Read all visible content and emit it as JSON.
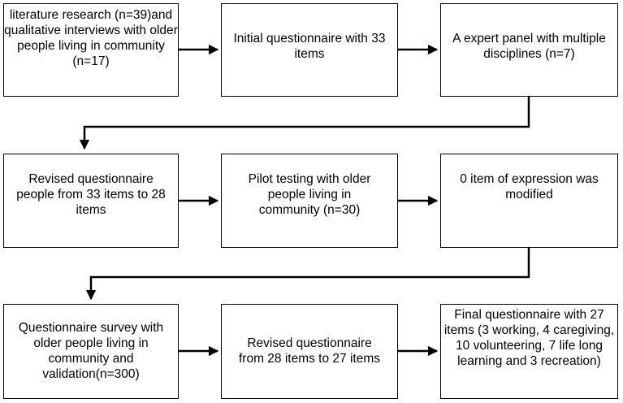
{
  "diagram": {
    "row1": {
      "box1": "literature research (n=39)and qualitative interviews with older people living in community (n=17)",
      "box2": "Initial questionnaire with 33 items",
      "box3": "A expert panel with multiple disciplines (n=7)"
    },
    "row2": {
      "box1": "Revised questionnaire people from 33 items to 28 items",
      "box2": "Pilot testing with older people living in community (n=30)",
      "box3": "0 item of expression was modified"
    },
    "row3": {
      "box1": "Questionnaire survey with older people living in community and validation(n=300)",
      "box2": "Revised questionnaire from 28 items to 27 items",
      "box3": "Final questionnaire with 27 items (3 working, 4 caregiving, 10 volunteering, 7 life long learning and 3 recreation)"
    }
  }
}
